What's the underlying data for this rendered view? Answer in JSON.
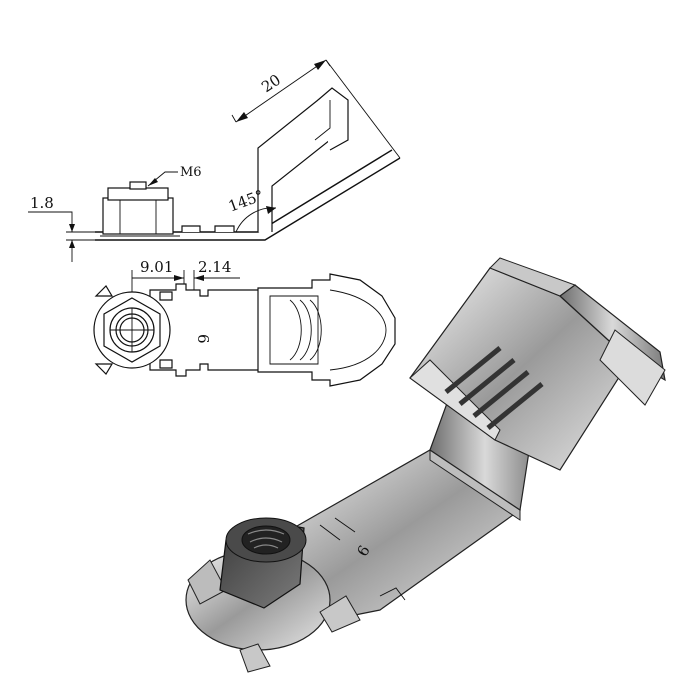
{
  "annotations": {
    "thread_callout": "M6",
    "bend_length": "20",
    "bend_angle": "145°",
    "plate_thickness": "1.8",
    "hole_offset": "9.01",
    "slot_width": "2.14",
    "part_marking": "6"
  }
}
